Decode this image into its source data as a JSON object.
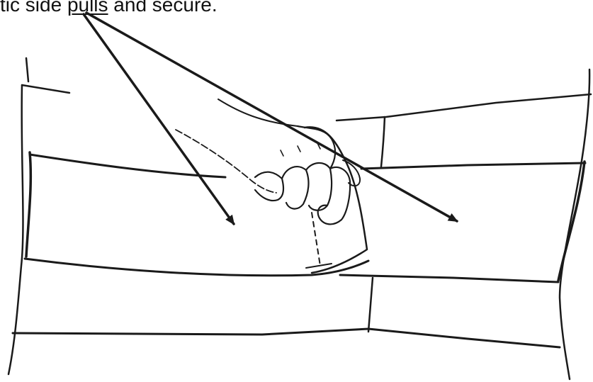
{
  "caption": {
    "prefix": "tic side ",
    "underlined": "pulls",
    "suffix": " and secure."
  },
  "colors": {
    "ink": "#1a1a1a",
    "paper": "#ffffff"
  }
}
